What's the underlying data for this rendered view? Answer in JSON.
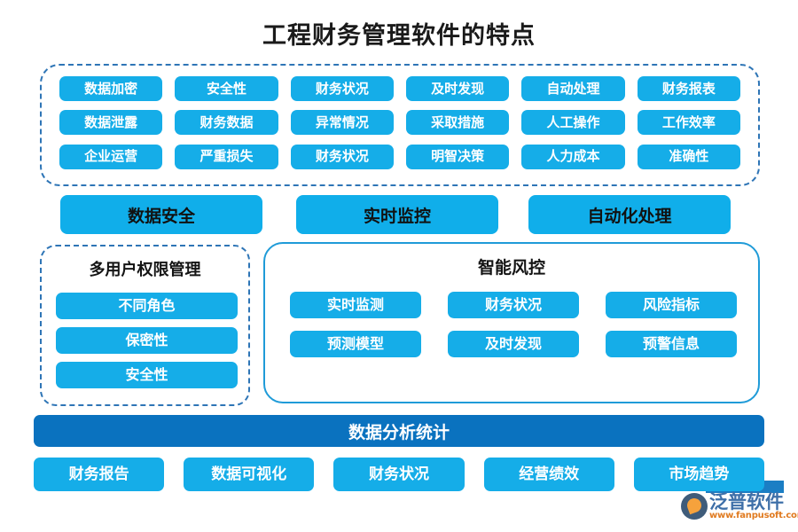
{
  "title": "工程财务管理软件的特点",
  "top_group": {
    "name": "keyword-cluster",
    "columns": [
      {
        "items": [
          "数据加密",
          "数据泄露",
          "企业运营"
        ]
      },
      {
        "items": [
          "安全性",
          "财务数据",
          "严重损失"
        ]
      },
      {
        "items": [
          "财务状况",
          "异常情况",
          "财务状况"
        ]
      },
      {
        "items": [
          "及时发现",
          "采取措施",
          "明智决策"
        ]
      },
      {
        "items": [
          "自动处理",
          "人工操作",
          "人力成本"
        ]
      },
      {
        "items": [
          "财务报表",
          "工作效率",
          "准确性"
        ]
      }
    ],
    "flat_items": [
      "数据加密",
      "安全性",
      "财务状况",
      "及时发现",
      "自动处理",
      "财务报表",
      "数据泄露",
      "财务数据",
      "异常情况",
      "采取措施",
      "人工操作",
      "工作效率",
      "企业运营",
      "严重损失",
      "财务状况",
      "明智决策",
      "人力成本",
      "准确性"
    ]
  },
  "bands": [
    {
      "label": "数据安全"
    },
    {
      "label": "实时监控"
    },
    {
      "label": "自动化处理"
    }
  ],
  "left_panel": {
    "title": "多用户权限管理",
    "items": [
      "不同角色",
      "保密性",
      "安全性"
    ]
  },
  "right_panel": {
    "title": "智能风控",
    "items": [
      "实时监测",
      "财务状况",
      "风险指标",
      "预测模型",
      "及时发现",
      "预警信息"
    ]
  },
  "bottom_bar": {
    "label": "数据分析统计"
  },
  "bottom_row": {
    "items": [
      "财务报告",
      "数据可视化",
      "财务状况",
      "经营绩效",
      "市场趋势"
    ]
  },
  "logo": {
    "brand": "泛普软件",
    "url": "www.fanpusoft.com"
  },
  "colors": {
    "pill_blue": "#15ADE8",
    "band_blue": "#10AEEA",
    "bar_blue": "#0A72BF",
    "dashed_border": "#2E75B6",
    "solid_border": "#1F9BD8",
    "title_text": "#1a1a1a",
    "logo_blue": "#3E6FA8",
    "logo_orange": "#E07A1F"
  }
}
